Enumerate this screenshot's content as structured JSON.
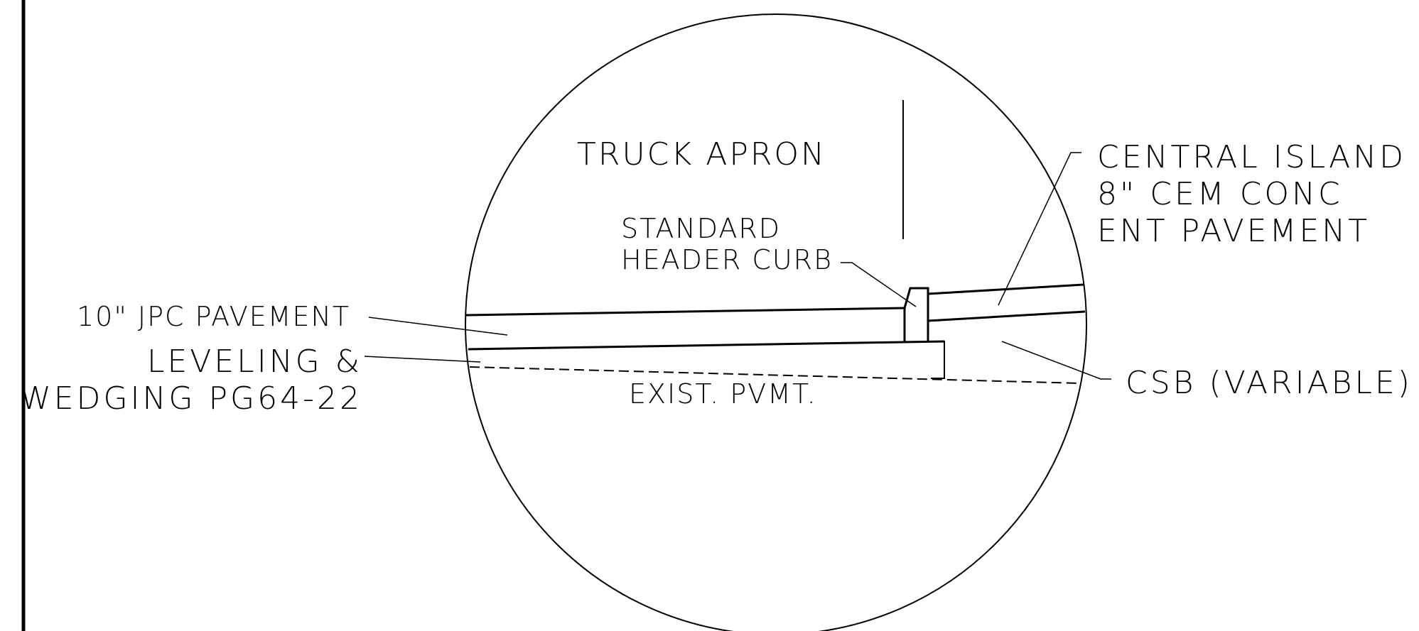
{
  "labels": {
    "truck_apron": "TRUCK APRON",
    "standard_header_curb": [
      "STANDARD",
      "HEADER CURB"
    ],
    "central_island": [
      "CENTRAL ISLAND",
      "8\" CEM CONC",
      "ENT PAVEMENT"
    ],
    "jpc_pavement": "10\" JPC PAVEMENT",
    "leveling_wedging": [
      "LEVELING &",
      "WEDGING PG64-22"
    ],
    "exist_pvmt": "EXIST. PVMT.",
    "csb": "CSB (VARIABLE)"
  }
}
